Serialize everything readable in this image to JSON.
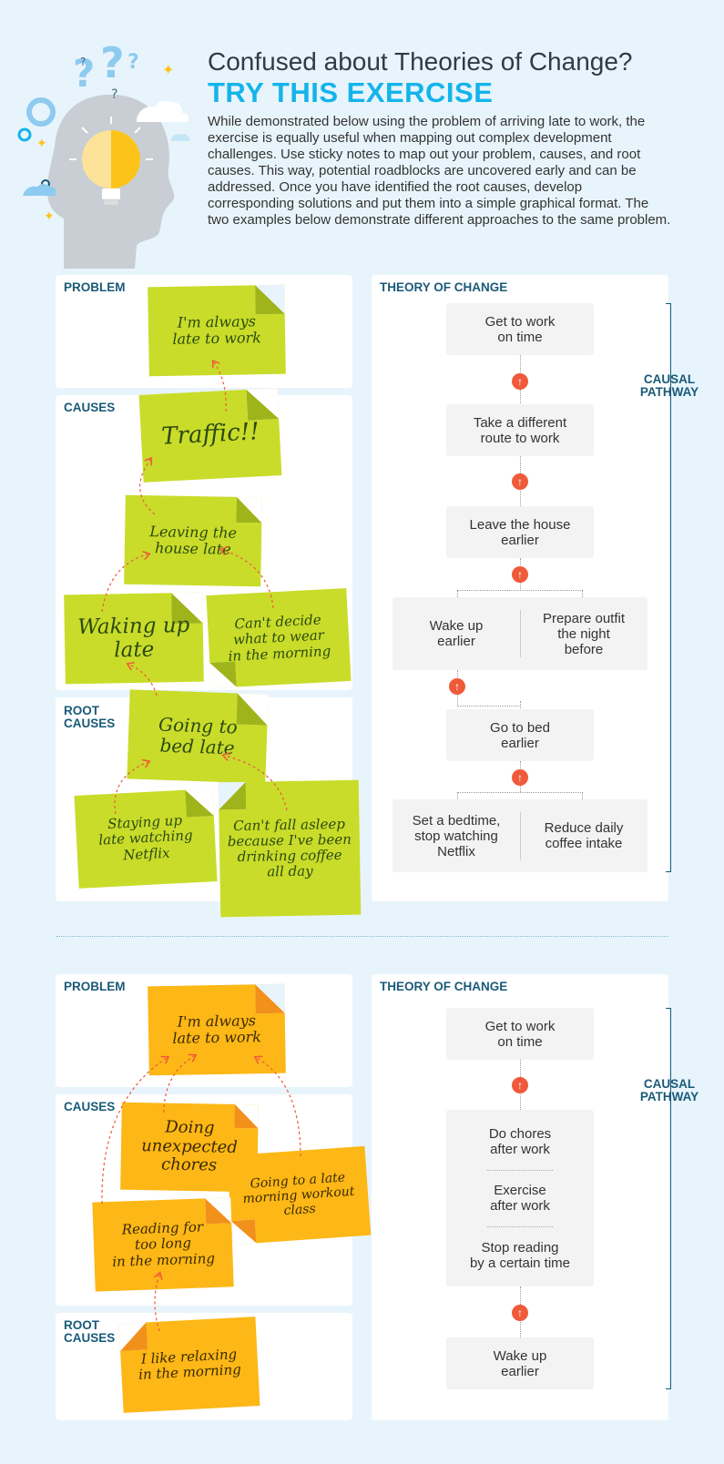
{
  "header": {
    "title_line1": "Confused about Theories of Change?",
    "title_line2": "TRY THIS EXERCISE",
    "intro": "While demonstrated below using the problem of arriving late to work, the exercise is equally useful when mapping out complex development challenges. Use sticky notes to map out your problem, causes, and root causes. This way, potential roadblocks are uncovered early and can be addressed. Once you have identified the root causes, develop corresponding solutions and put them into a simple graphical format. The two examples below demonstrate different approaches to the same problem."
  },
  "colors": {
    "accent": "#14b4ea",
    "green_note": "#c9dc2a",
    "orange_note": "#fdb716",
    "arrow": "#ef5a3a",
    "label": "#1a5a78"
  },
  "example1": {
    "problem_label": "PROBLEM",
    "causes_label": "CAUSES",
    "root_causes_label": "ROOT\nCAUSES",
    "notes": {
      "problem": "I'm always\nlate to work",
      "traffic": "Traffic!!",
      "leaving": "Leaving the\nhouse late",
      "waking": "Waking up\nlate",
      "cant_decide": "Can't decide\nwhat to wear\nin the morning",
      "bed_late": "Going to\nbed late",
      "netflix": "Staying up\nlate watching\nNetflix",
      "coffee": "Can't fall asleep\nbecause I've been\ndrinking coffee\nall day"
    },
    "toc_label": "THEORY OF CHANGE",
    "causal_label": "CAUSAL\nPATHWAY",
    "toc": {
      "get_to_work": "Get to work\non time",
      "different_route": "Take a different\nroute to work",
      "leave_earlier": "Leave the house\nearlier",
      "wake_earlier": "Wake up\nearlier",
      "outfit": "Prepare outfit\nthe night\nbefore",
      "bed_earlier": "Go to bed\nearlier",
      "bedtime": "Set a bedtime,\nstop watching\nNetflix",
      "coffee": "Reduce daily\ncoffee intake"
    }
  },
  "example2": {
    "problem_label": "PROBLEM",
    "causes_label": "CAUSES",
    "root_causes_label": "ROOT\nCAUSES",
    "notes": {
      "problem": "I'm always\nlate to work",
      "chores": "Doing\nunexpected\nchores",
      "workout": "Going to a late\nmorning workout\nclass",
      "reading": "Reading for\ntoo long\nin the morning",
      "relaxing": "I like relaxing\nin the morning"
    },
    "toc_label": "THEORY OF CHANGE",
    "causal_label": "CAUSAL\nPATHWAY",
    "toc": {
      "get_to_work": "Get to work\non time",
      "chores": "Do chores\nafter work",
      "exercise": "Exercise\nafter work",
      "reading": "Stop reading\nby a certain time",
      "wake_earlier": "Wake up\nearlier"
    }
  }
}
